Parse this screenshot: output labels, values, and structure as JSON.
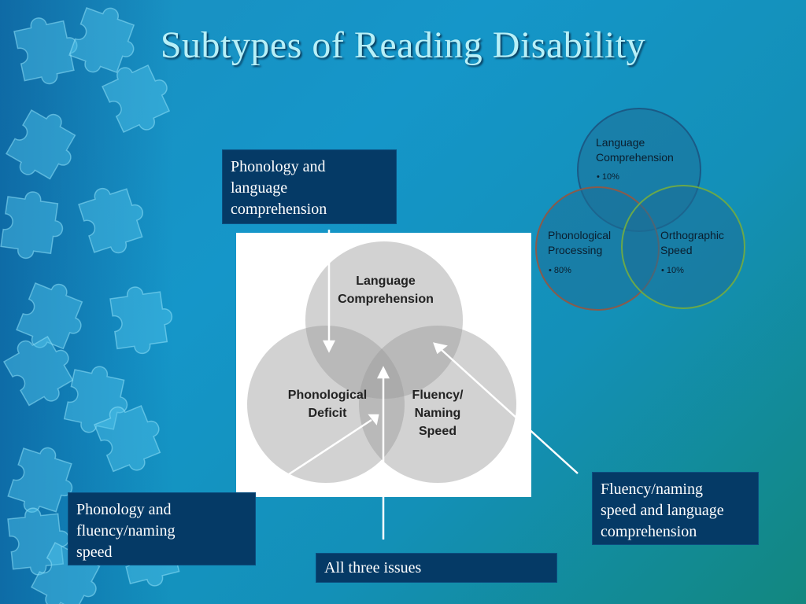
{
  "slide": {
    "title": "Subtypes of Reading Disability"
  },
  "main_venn": {
    "circles": [
      {
        "line1": "Language",
        "line2": "Comprehension"
      },
      {
        "line1": "Phonological",
        "line2": "Deficit"
      },
      {
        "line1": "Fluency/",
        "line2": "Naming",
        "line3": "Speed"
      }
    ]
  },
  "callouts": {
    "top_left": [
      "Phonology and",
      "language",
      "comprehension"
    ],
    "bottom_left": [
      "Phonology and",
      "fluency/naming",
      "speed"
    ],
    "bottom_center": [
      "All three issues"
    ],
    "bottom_right": [
      "Fluency/naming",
      "speed and language",
      "comprehension"
    ]
  },
  "small_venn": {
    "language": {
      "line1": "Language",
      "line2": "Comprehension",
      "bullet": "• 10%"
    },
    "phonological": {
      "line1": "Phonological",
      "line2": "Processing",
      "bullet": "• 80%"
    },
    "orthographic": {
      "line1": "Orthographic",
      "line2": "Speed",
      "bullet": "• 10%"
    }
  },
  "colors": {
    "callout_bg": "#053a66",
    "title": "#b8f0f8",
    "puzzle": "#4fc3ea"
  },
  "icons": [
    "puzzle-piece-icon"
  ]
}
